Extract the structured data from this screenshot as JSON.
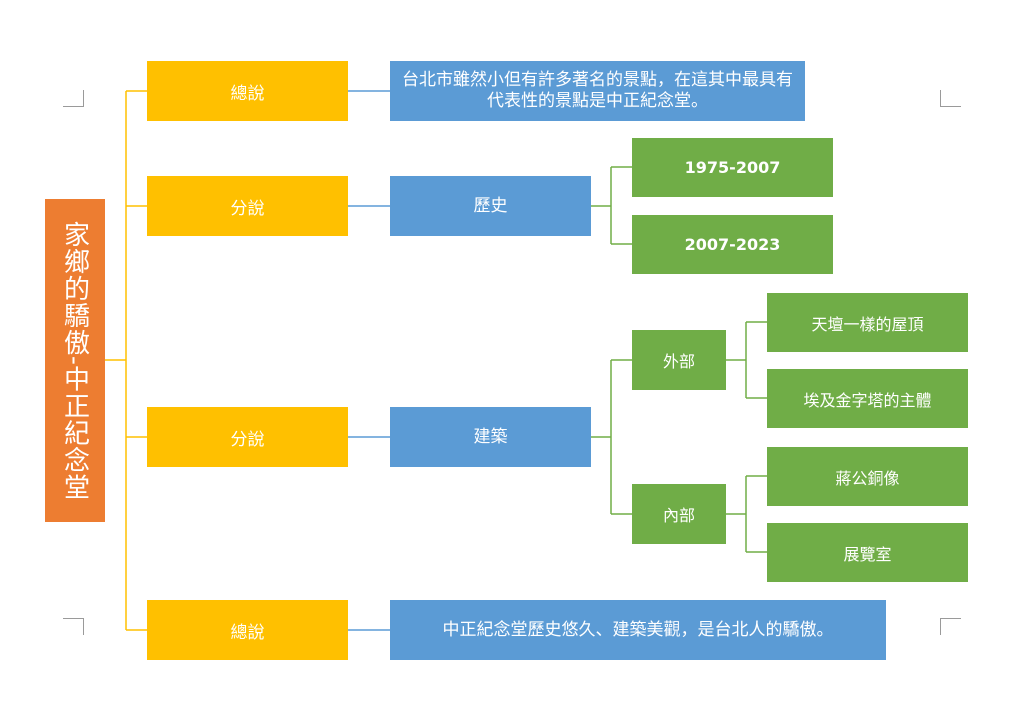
{
  "root": {
    "label": "家鄉的驕傲-中正紀念堂"
  },
  "sections": [
    {
      "label": "總說",
      "child": "台北市雖然小但有許多著名的景點，在這其中最具有代表性的景點是中正紀念堂。"
    },
    {
      "label": "分說",
      "child": "歷史",
      "items": [
        "1975-2007",
        "2007-2023"
      ]
    },
    {
      "label": "分說",
      "child": "建築",
      "groups": [
        {
          "label": "外部",
          "items": [
            "天壇一樣的屋頂",
            "埃及金字塔的主體"
          ]
        },
        {
          "label": "內部",
          "items": [
            "蔣公銅像",
            "展覽室"
          ]
        }
      ]
    },
    {
      "label": "總說",
      "child": "中正紀念堂歷史悠久、建築美觀，是台北人的驕傲。"
    }
  ],
  "colors": {
    "root": "#ED7D31",
    "level1": "#FFC000",
    "level2": "#5B9BD5",
    "level3": "#70AD47",
    "connector_yellow": "#FFC000",
    "connector_blue": "#5B9BD5",
    "connector_green": "#70AD47"
  }
}
